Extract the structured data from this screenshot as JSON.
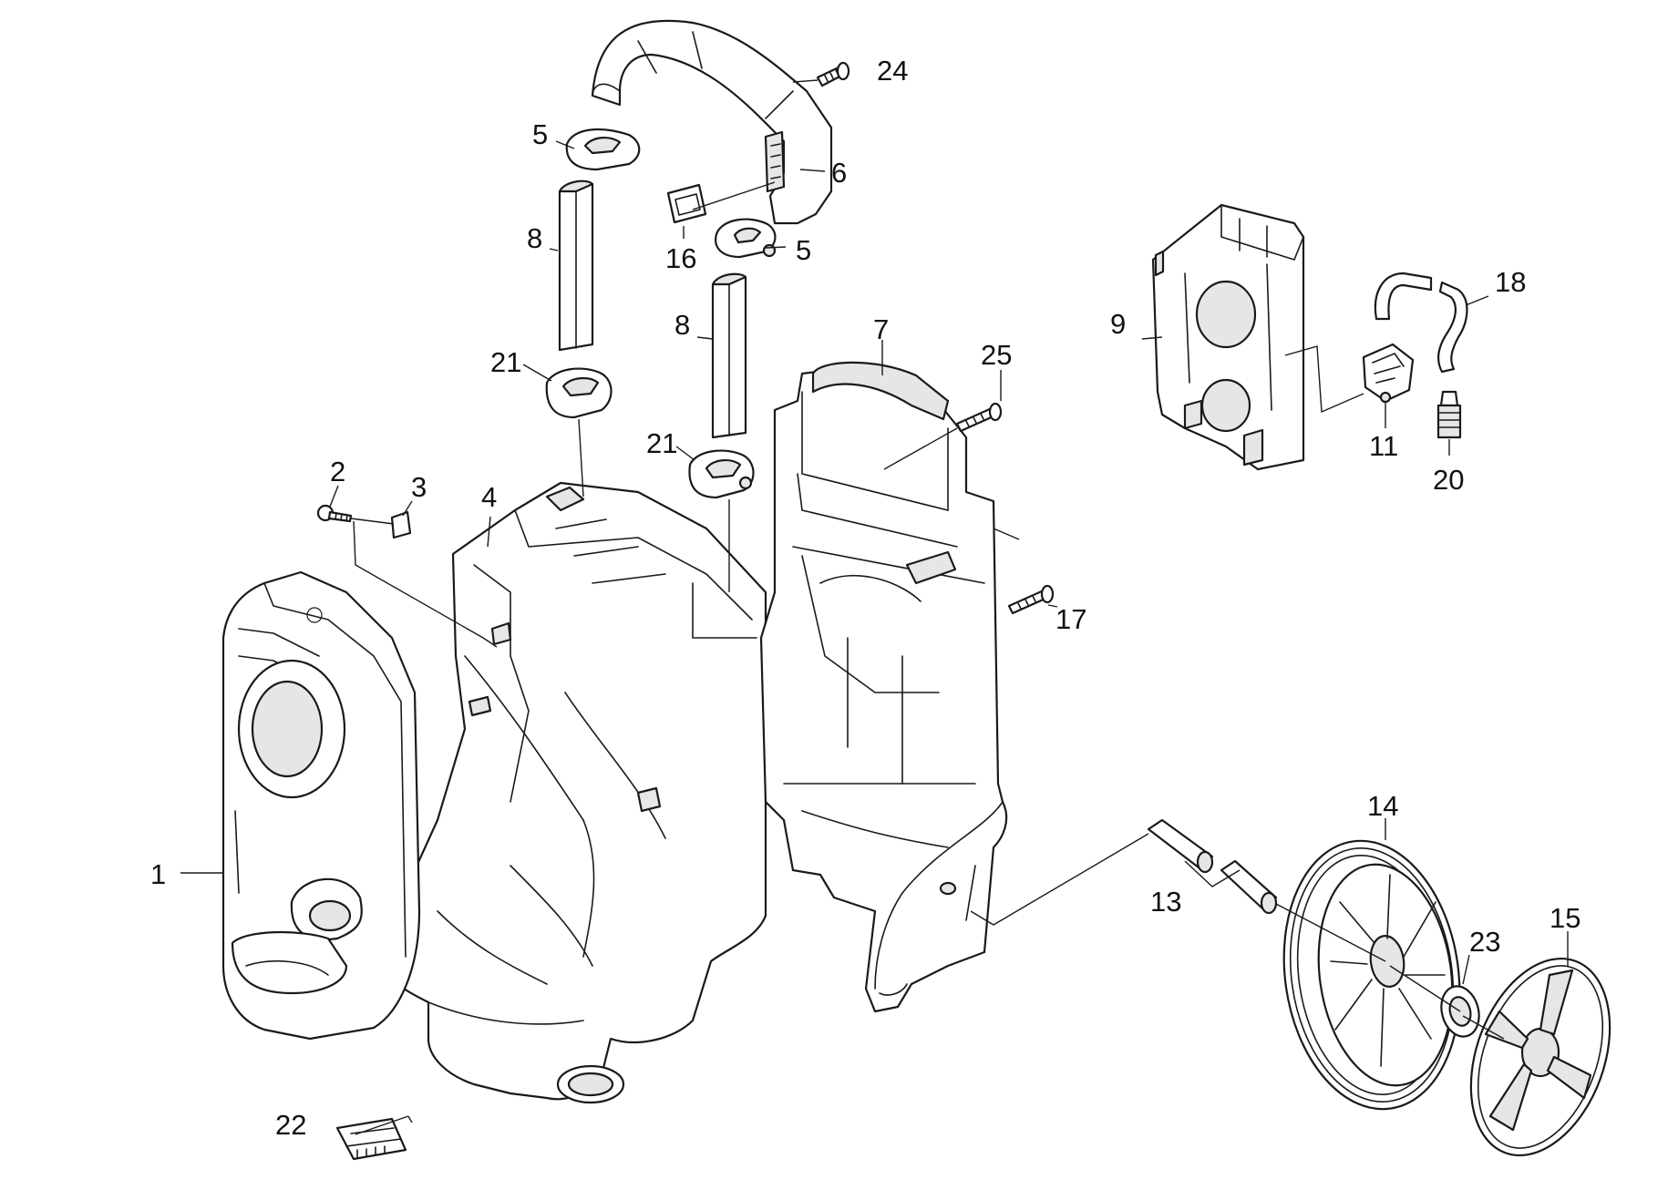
{
  "callouts": {
    "c1": "1",
    "c2": "2",
    "c3": "3",
    "c4": "4",
    "c5a": "5",
    "c5b": "5",
    "c6": "6",
    "c7": "7",
    "c8a": "8",
    "c8b": "8",
    "c9": "9",
    "c11": "11",
    "c13": "13",
    "c14": "14",
    "c15": "15",
    "c16": "16",
    "c17": "17",
    "c18": "18",
    "c20": "20",
    "c21a": "21",
    "c21b": "21",
    "c22": "22",
    "c23": "23",
    "c24": "24",
    "c25": "25"
  },
  "colors": {
    "line": "#1a1a1a",
    "background": "#ffffff",
    "shade": "#e6e6e6"
  }
}
